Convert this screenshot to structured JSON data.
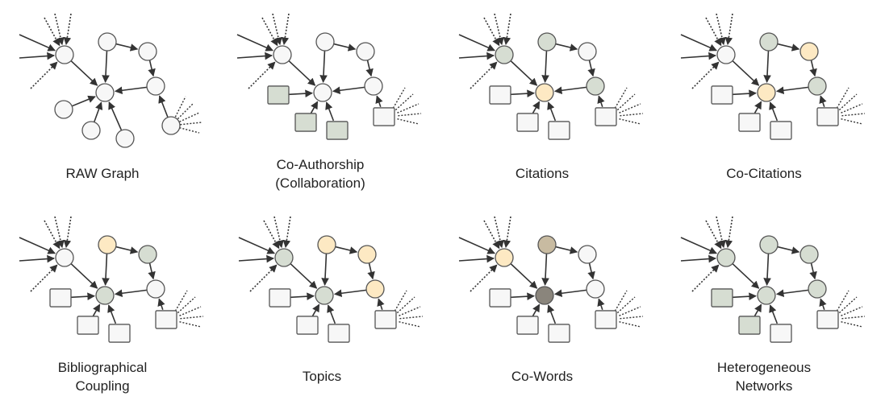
{
  "colors": {
    "default": "#f7f7f7",
    "green": "#d6ddd2",
    "orange": "#fde9c3",
    "dark": "#8a857c",
    "brown": "#c8bba1",
    "stroke": "#555555",
    "edge": "#333333"
  },
  "panels": [
    {
      "id": "raw",
      "caption": [
        "RAW Graph"
      ],
      "nodes": {
        "A": "default",
        "B": "default",
        "C": "default",
        "D": "default",
        "E": "default",
        "F": "default",
        "G": "default",
        "H": "default",
        "I": "default"
      }
    },
    {
      "id": "coauthor",
      "caption": [
        "Co-Authorship",
        "(Collaboration)"
      ],
      "nodes": {
        "A": "default",
        "B": "default",
        "C": "default",
        "D": "default",
        "E": "default",
        "G": "default",
        "S1": "green",
        "S2": "green",
        "S3": "green"
      }
    },
    {
      "id": "citations",
      "caption": [
        "Citations"
      ],
      "nodes": {
        "A": "green",
        "B": "green",
        "C": "default",
        "D": "orange",
        "E": "green",
        "G": "default",
        "S1": "default",
        "S2": "default",
        "S3": "default"
      }
    },
    {
      "id": "cocitations",
      "caption": [
        "Co-Citations"
      ],
      "nodes": {
        "A": "default",
        "B": "green",
        "C": "orange",
        "D": "orange",
        "E": "green",
        "G": "default",
        "S1": "default",
        "S2": "default",
        "S3": "default"
      }
    },
    {
      "id": "bibcoupling",
      "caption": [
        "Bibliographical",
        "Coupling"
      ],
      "nodes": {
        "A": "default",
        "B": "orange",
        "C": "green",
        "D": "green",
        "E": "default",
        "G": "default",
        "S1": "default",
        "S2": "default",
        "S3": "default"
      }
    },
    {
      "id": "topics",
      "caption": [
        "Topics"
      ],
      "nodes": {
        "A": "green",
        "B": "orange",
        "C": "orange",
        "D": "green",
        "E": "orange",
        "G": "default",
        "S1": "default",
        "S2": "default",
        "S3": "default"
      }
    },
    {
      "id": "cowords",
      "caption": [
        "Co-Words"
      ],
      "nodes": {
        "A": "orange",
        "B": "brown",
        "C": "default",
        "D": "dark",
        "E": "default",
        "G": "default",
        "S1": "default",
        "S2": "default",
        "S3": "default"
      }
    },
    {
      "id": "heterogeneous",
      "caption": [
        "Heterogeneous",
        "Networks"
      ],
      "nodes": {
        "A": "green",
        "B": "green",
        "C": "green",
        "D": "green",
        "E": "green",
        "G": "default",
        "S1": "green",
        "S2": "green",
        "S3": "default"
      }
    }
  ]
}
